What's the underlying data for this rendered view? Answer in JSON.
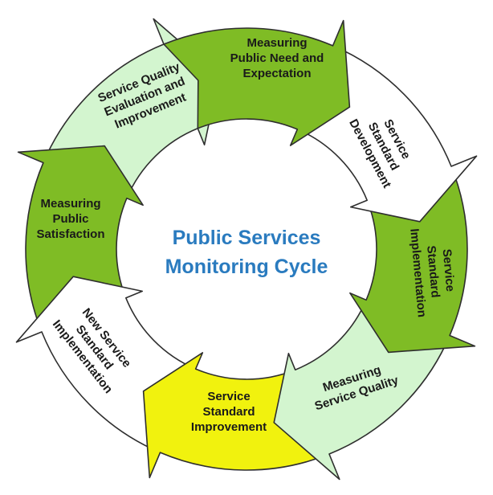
{
  "diagram": {
    "title_lines": [
      "Public Services",
      "Monitoring Cycle"
    ],
    "colors": {
      "outline": "#2e2e2e",
      "title": "#2a7bbf"
    },
    "stages": [
      {
        "lines": [
          "Measuring",
          "Public Need and",
          "Expectation"
        ],
        "fill": "#7fbc25"
      },
      {
        "lines": [
          "Service",
          "Standard",
          "Development"
        ],
        "fill": "#ffffff"
      },
      {
        "lines": [
          "Service",
          "Standard",
          "Implementation"
        ],
        "fill": "#7fbc25"
      },
      {
        "lines": [
          "Measuring",
          "Service Quality"
        ],
        "fill": "#d3f5cf"
      },
      {
        "lines": [
          "Service",
          "Standard",
          "Improvement"
        ],
        "fill": "#f1f20e"
      },
      {
        "lines": [
          "New Service",
          "Standard",
          "Implementation"
        ],
        "fill": "#ffffff"
      },
      {
        "lines": [
          "Measuring",
          "Public",
          "Satisfaction"
        ],
        "fill": "#7fbc25"
      },
      {
        "lines": [
          "Service Quality",
          "Evaluation and",
          "Improvement"
        ],
        "fill": "#d3f5cf"
      }
    ]
  }
}
